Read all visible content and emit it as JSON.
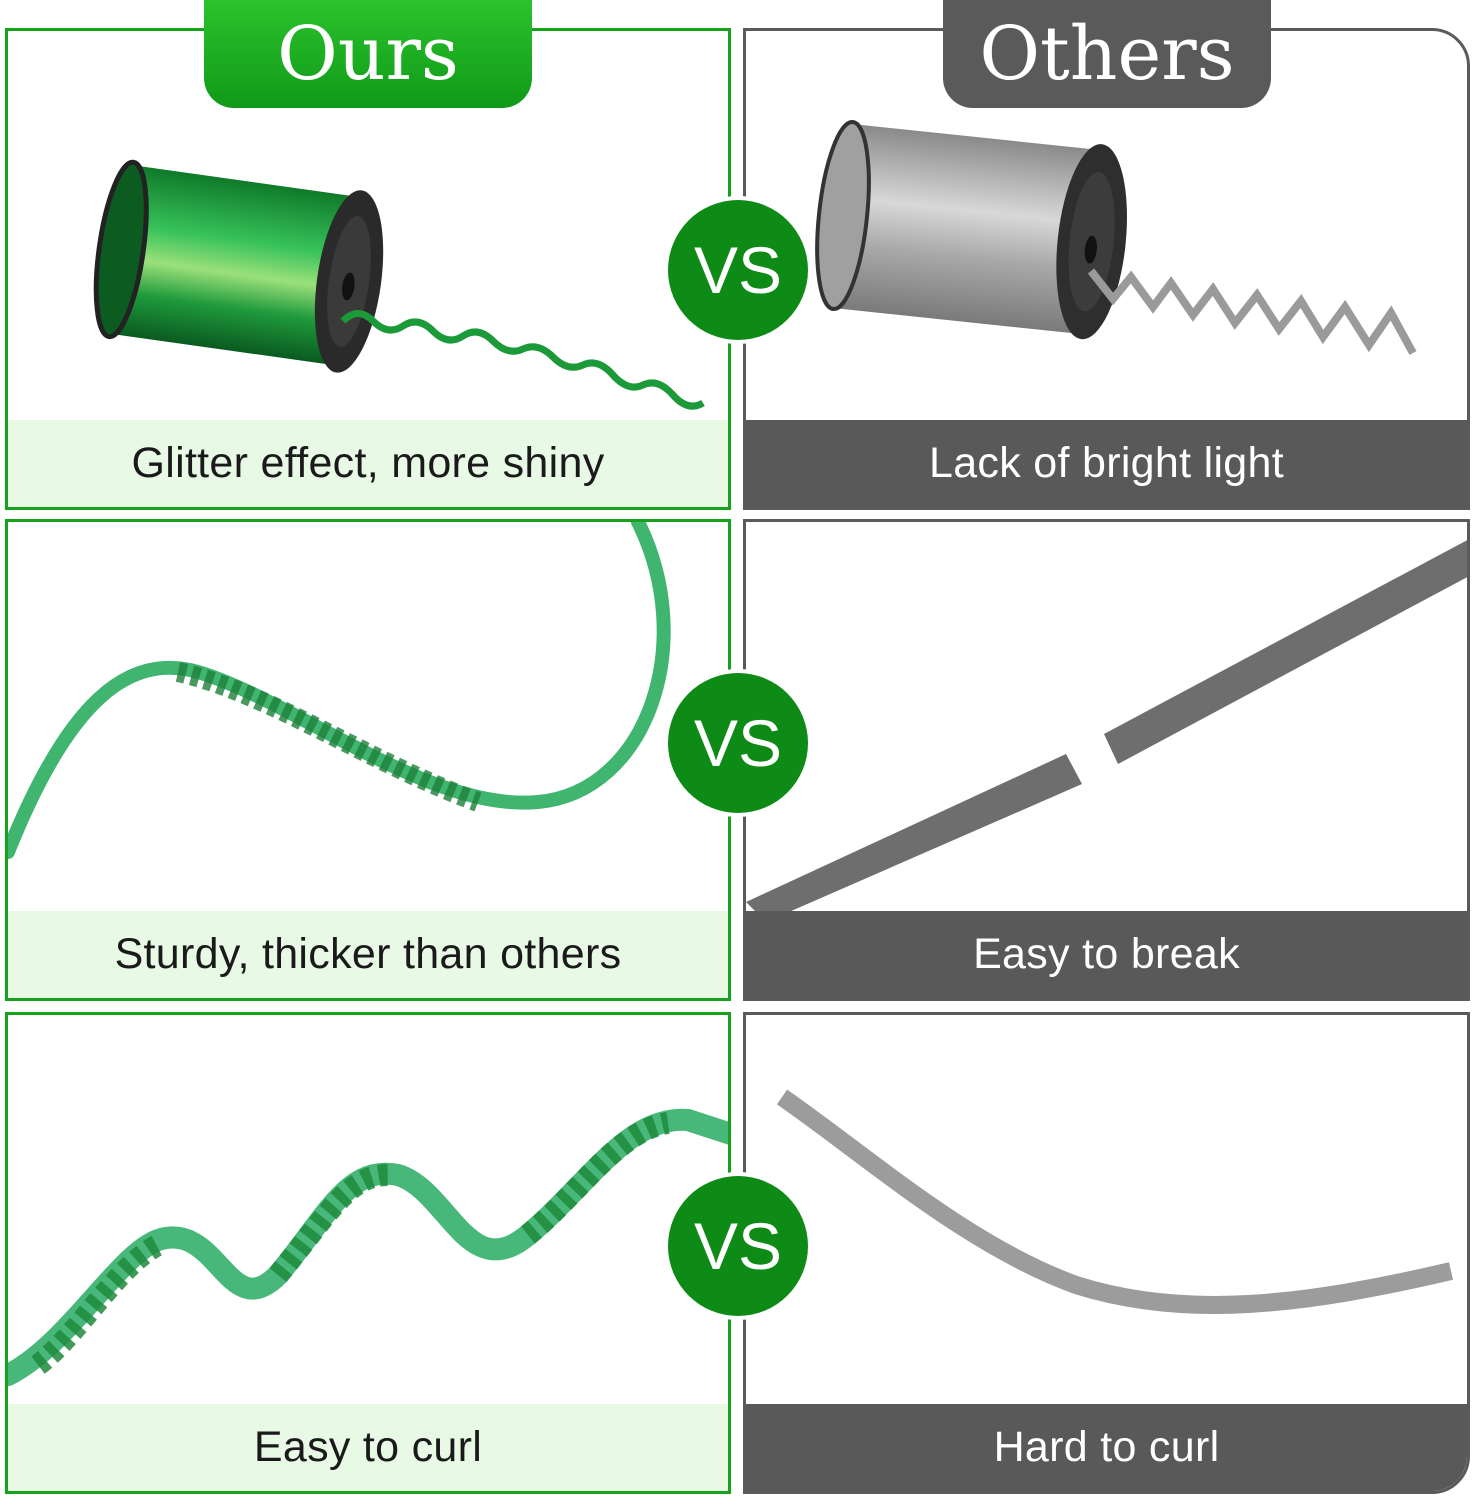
{
  "headers": {
    "ours": "Ours",
    "others": "Others"
  },
  "vs_label": "VS",
  "rows": [
    {
      "ours_caption": "Glitter effect, more shiny",
      "others_caption": "Lack of bright light"
    },
    {
      "ours_caption": "Sturdy, thicker than others",
      "others_caption": "Easy to break"
    },
    {
      "ours_caption": "Easy to curl",
      "others_caption": "Hard to curl"
    }
  ],
  "colors": {
    "ours_green": "#17a21c",
    "ours_caption_bg": "#e8f9e6",
    "others_gray": "#5a5a5a",
    "vs_circle": "#0e8a16"
  }
}
